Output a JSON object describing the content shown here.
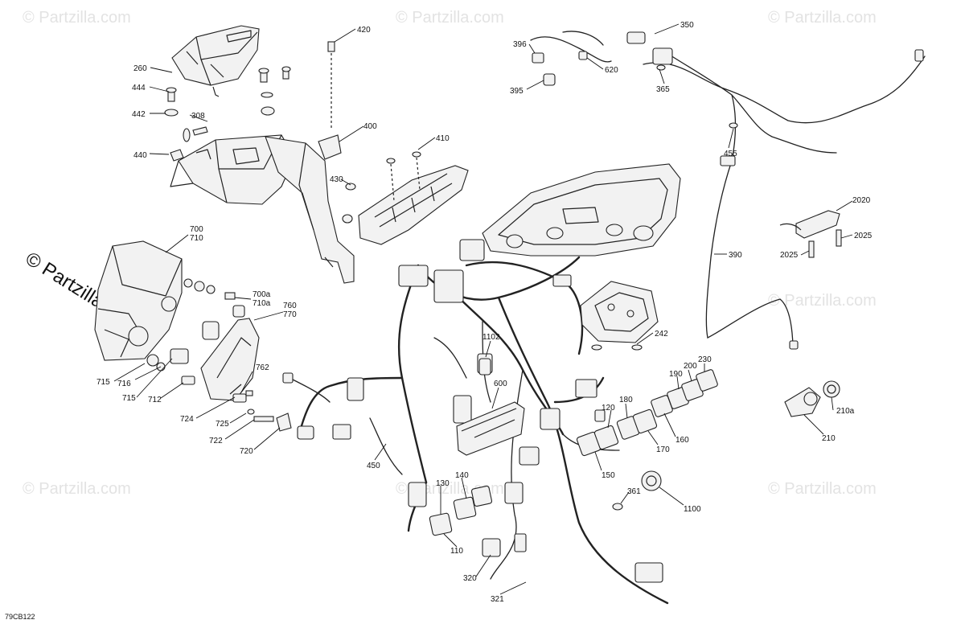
{
  "watermark": {
    "text": "© Partzilla.com",
    "large_text": "© Partzilla.com"
  },
  "drawing_code": "79CB122",
  "callouts": {
    "c420": "420",
    "c260": "260",
    "c444": "444",
    "c442": "442",
    "c308": "308",
    "c440": "440",
    "c400": "400",
    "c410": "410",
    "c430": "430",
    "c396": "396",
    "c395": "395",
    "c620": "620",
    "c350": "350",
    "c365": "365",
    "c455": "455",
    "c390": "390",
    "c2020": "2020",
    "c2025a": "2025",
    "c2025b": "2025",
    "c700": "700",
    "c710": "710",
    "c700a": "700a",
    "c710a": "710a",
    "c760": "760",
    "c770": "770",
    "c762": "762",
    "c715a": "715",
    "c716": "716",
    "c715b": "715",
    "c712": "712",
    "c724": "724",
    "c725": "725",
    "c722": "722",
    "c720": "720",
    "c242": "242",
    "c1102": "1102",
    "c600": "600",
    "c450": "450",
    "c230": "230",
    "c200": "200",
    "c190": "190",
    "c180": "180",
    "c120": "120",
    "c170": "170",
    "c160": "160",
    "c150": "150",
    "c210a": "210a",
    "c210": "210",
    "c361": "361",
    "c1100": "1100",
    "c140": "140",
    "c130": "130",
    "c110": "110",
    "c320": "320",
    "c321": "321"
  }
}
